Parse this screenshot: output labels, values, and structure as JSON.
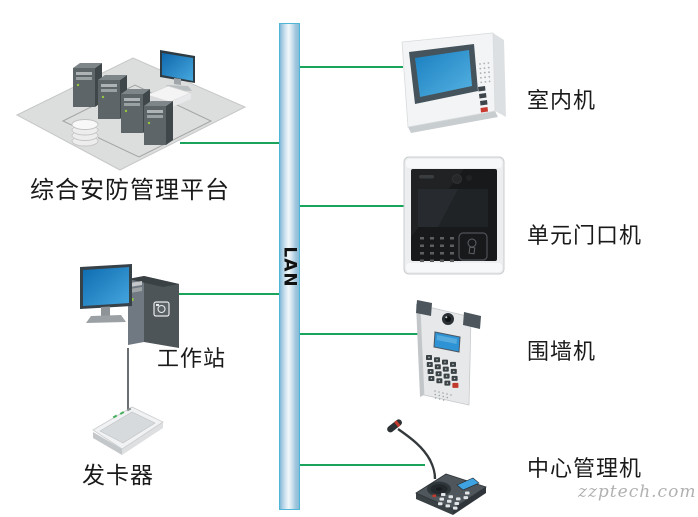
{
  "diagram": {
    "bus": {
      "label": "LAN"
    },
    "watermark": "zzptech.com",
    "colors": {
      "connector_green": "#1aa35a",
      "bus_border": "#4fb6d8",
      "bus_fill_light": "#f1f7fb",
      "bus_fill_dark": "#7fb7d6",
      "label_text": "#1a1a1a",
      "watermark_text": "#b1b1b1",
      "screen_blue": "#2e93d4"
    },
    "left_nodes": [
      {
        "id": "platform",
        "label": "综合安防管理平台",
        "icon": "server-cluster-platform-illustration"
      },
      {
        "id": "workstation",
        "label": "工作站",
        "icon": "workstation-computer-illustration"
      },
      {
        "id": "card-issuer",
        "label": "发卡器",
        "icon": "card-issuer-illustration"
      }
    ],
    "right_nodes": [
      {
        "id": "indoor-station",
        "label": "室内机",
        "icon": "indoor-monitor-illustration"
      },
      {
        "id": "door-station",
        "label": "单元门口机",
        "icon": "door-station-illustration"
      },
      {
        "id": "wall-station",
        "label": "围墙机",
        "icon": "wall-station-illustration"
      },
      {
        "id": "management-station",
        "label": "中心管理机",
        "icon": "management-console-illustration"
      }
    ]
  }
}
